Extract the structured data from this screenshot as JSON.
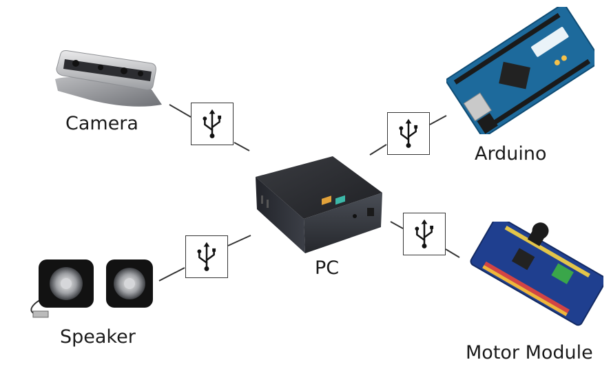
{
  "nodes": {
    "pc": {
      "label": "PC"
    },
    "camera": {
      "label": "Camera"
    },
    "arduino": {
      "label": "Arduino"
    },
    "speaker": {
      "label": "Speaker"
    },
    "motor": {
      "label": "Motor Module"
    }
  },
  "connectors": [
    {
      "icon": "usb-icon",
      "link": "camera-pc"
    },
    {
      "icon": "usb-icon",
      "link": "arduino-pc"
    },
    {
      "icon": "usb-icon",
      "link": "speaker-pc"
    },
    {
      "icon": "usb-icon",
      "link": "motor-pc"
    }
  ],
  "colors": {
    "line": "#333333",
    "pc_body": "#2b2d31",
    "arduino_board": "#1d6a9c",
    "motor_board": "#1f3f8f",
    "speaker_body": "#111111",
    "terminal_green": "#3aa64a"
  }
}
